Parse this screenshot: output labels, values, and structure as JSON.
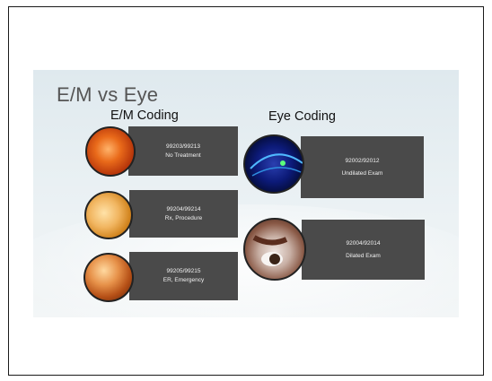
{
  "slide": {
    "title": "E/M vs Eye",
    "em_heading": "E/M Coding",
    "eye_heading": "Eye Coding"
  },
  "em_items": [
    {
      "code": "99203/99213",
      "label": "No Treatment",
      "icon": "retina-photo-icon"
    },
    {
      "code": "99204/99214",
      "label": "Rx, Procedure",
      "icon": "retina-photo-icon"
    },
    {
      "code": "99205/99215",
      "label": "ER, Emergency",
      "icon": "retina-photo-icon"
    }
  ],
  "eye_items": [
    {
      "code": "92002/92012",
      "label": "Undilated Exam",
      "icon": "eye-scan-icon"
    },
    {
      "code": "92004/92014",
      "label": "Dilated Exam",
      "icon": "eye-exam-photo-icon"
    }
  ],
  "colors": {
    "box_bg": "#4a4a4a",
    "box_text": "#f1f1f1",
    "title_text": "#555555"
  }
}
